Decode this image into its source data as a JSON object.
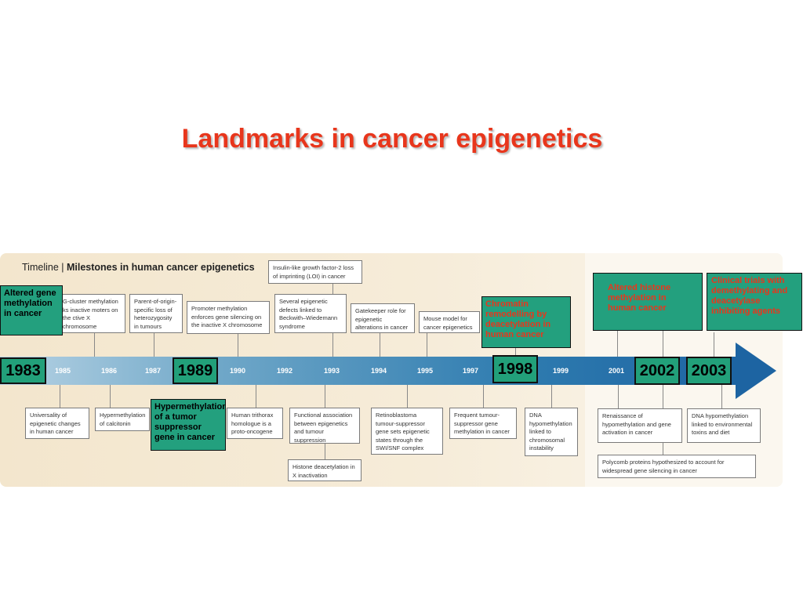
{
  "title": "Landmarks in cancer epigenetics",
  "panel": {
    "label_prefix": "Timeline |",
    "label_bold": "Milestones in human cancer epigenetics"
  },
  "axis_years": [
    "1985",
    "1986",
    "1987",
    "1990",
    "1992",
    "1993",
    "1994",
    "1995",
    "1997",
    "1999",
    "2001"
  ],
  "top_boxes": [
    "G-cluster methylation ks inactive moters on the ctive X chromosome",
    "Parent-of-origin-specific loss of heterozygosity in tumours",
    "Promoter methylation enforces gene silencing on the inactive X chromosome",
    "Insulin-like growth factor-2 loss of imprinting (LOI) in cancer",
    "Several epigenetic defects linked to Beckwith–Wiedemann syndrome",
    "Gatekeeper role for epigenetic alterations in cancer",
    "Mouse model for cancer epigenetics"
  ],
  "bottom_boxes": [
    "Universality of epigenetic changes in human cancer",
    "Hypermethylation of calcitonin",
    "Human trithorax homologue is a proto-oncogene",
    "Functional association between epigenetics and tumour suppression",
    "Histone deacetylation in X inactivation",
    "Retinoblastoma tumour-suppressor gene sets epigenetic states through the SWI/SNF complex",
    "Frequent tumour-suppressor gene methylation in cancer",
    "DNA hypomethylation linked to chromosomal instability",
    "Renaissance of hypomethylation and gene activation in cancer",
    "DNA hypomethylation linked to environmental toxins and diet",
    "Polycomb proteins hypothesized to account for widespread gene silencing in cancer"
  ],
  "highlights": {
    "y1983": "1983",
    "y1989": "1989",
    "y1998": "1998",
    "y2002": "2002",
    "y2003": "2003",
    "altered_gene": "Altered gene methylation in cancer",
    "hypermethylation": "Hypermethylation of a tumor suppressor gene in cancer",
    "chromatin": "Chromatin remodelling by deacetylation in human cancer",
    "altered_histone": "Altered histone methylation in human cancer",
    "clinical_trials": "Clinical trials with demethylating and deacetylase inhibiting agents"
  },
  "colors": {
    "title": "#e8361c",
    "highlight_fill": "#23a07e",
    "bar": "#1d64a2"
  }
}
